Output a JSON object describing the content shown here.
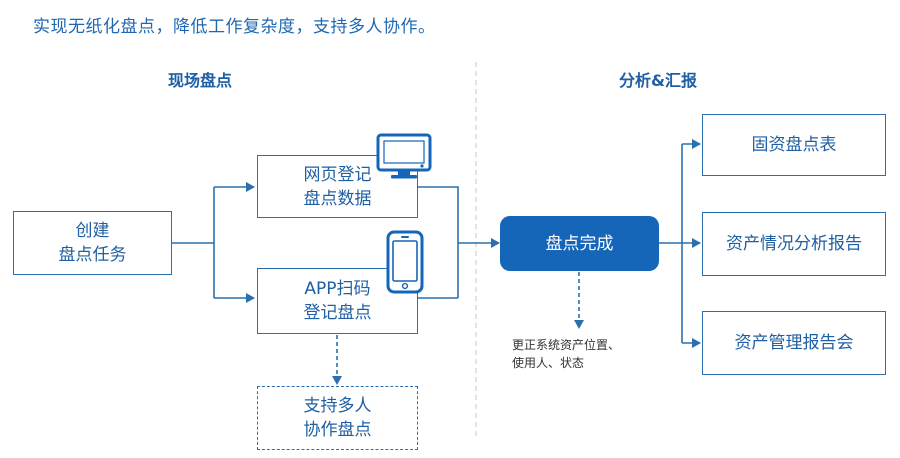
{
  "headline": "实现无纸化盘点，降低工作复杂度，支持多人协作。",
  "sections": {
    "left_title": "现场盘点",
    "right_title": "分析&汇报"
  },
  "nodes": {
    "create_task": [
      "创建",
      "盘点任务"
    ],
    "web_register": [
      "网页登记",
      "盘点数据"
    ],
    "app_scan": [
      "APP扫码",
      "登记盘点"
    ],
    "multi_user": [
      "支持多人",
      "协作盘点"
    ],
    "complete": "盘点完成",
    "report_fixed": "固资盘点表",
    "report_analysis": "资产情况分析报告",
    "report_meeting": "资产管理报告会"
  },
  "note": [
    "更正系统资产位置、",
    "使用人、状态"
  ],
  "icons": [
    "monitor-icon",
    "smartphone-icon"
  ],
  "colors": {
    "accent": "#1565b8",
    "line": "#2c6fae",
    "text": "#1f5fa3",
    "divider": "#c8d3de"
  }
}
